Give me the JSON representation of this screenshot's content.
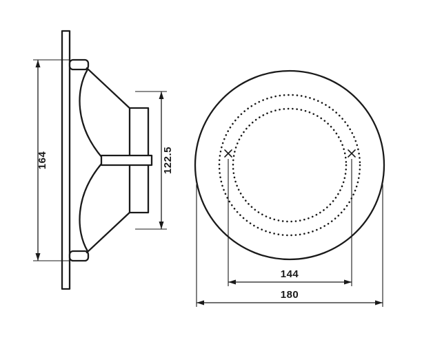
{
  "drawing": {
    "side_view": {
      "overall_height_label": "164",
      "depth_label": "122.5"
    },
    "front_view": {
      "bolt_spacing_label": "144",
      "outer_diameter_label": "180"
    }
  },
  "colors": {
    "line": "#1a1a1a",
    "background": "#ffffff"
  }
}
